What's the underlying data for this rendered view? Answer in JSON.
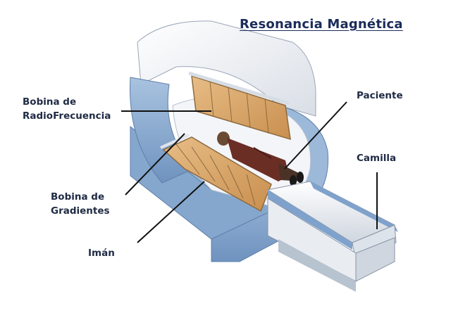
{
  "title": "Resonancia Magnética",
  "labels": {
    "rf_coil_line1": "Bobina de",
    "rf_coil_line2": "RadioFrecuencia",
    "gradient_coil_line1": "Bobina de",
    "gradient_coil_line2": "Gradientes",
    "magnet": "Imán",
    "patient": "Paciente",
    "table": "Camilla"
  },
  "colors": {
    "title": "#1c2c5a",
    "scanner_blue": "#8fb0d4",
    "scanner_light": "#eef1f5",
    "coil_orange": "#d6a468",
    "leader_line": "#111111"
  }
}
